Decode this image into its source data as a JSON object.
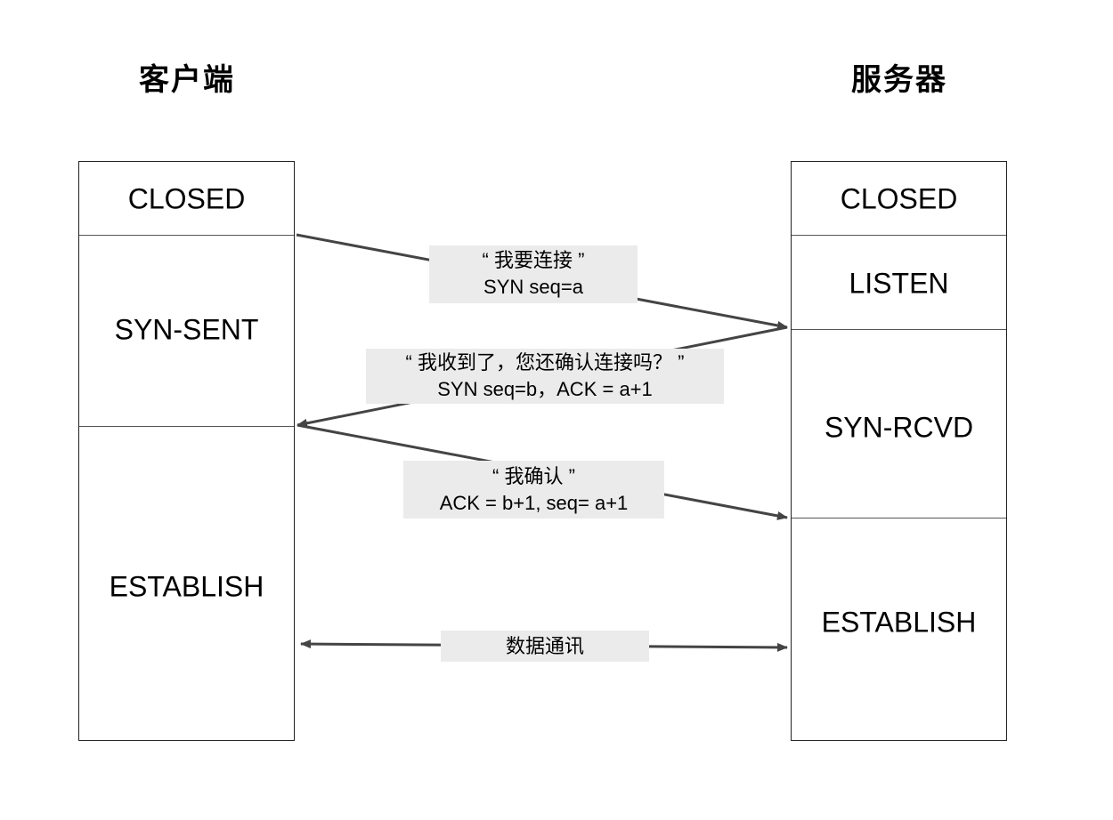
{
  "client": {
    "title": "客户端",
    "states": [
      "CLOSED",
      "SYN-SENT",
      "ESTABLISH"
    ]
  },
  "server": {
    "title": "服务器",
    "states": [
      "CLOSED",
      "LISTEN",
      "SYN-RCVD",
      "ESTABLISH"
    ]
  },
  "messages": [
    {
      "quote": "“ 我要连接 ”",
      "detail": "SYN seq=a"
    },
    {
      "quote": "“ 我收到了，您还确认连接吗？ ”",
      "detail": "SYN seq=b，ACK = a+1"
    },
    {
      "quote": "“ 我确认 ”",
      "detail": "ACK = b+1, seq= a+1"
    },
    {
      "label": "数据通讯"
    }
  ],
  "colors": {
    "arrow": "#444444",
    "label_bg": "#ebebeb",
    "border": "#222222"
  }
}
